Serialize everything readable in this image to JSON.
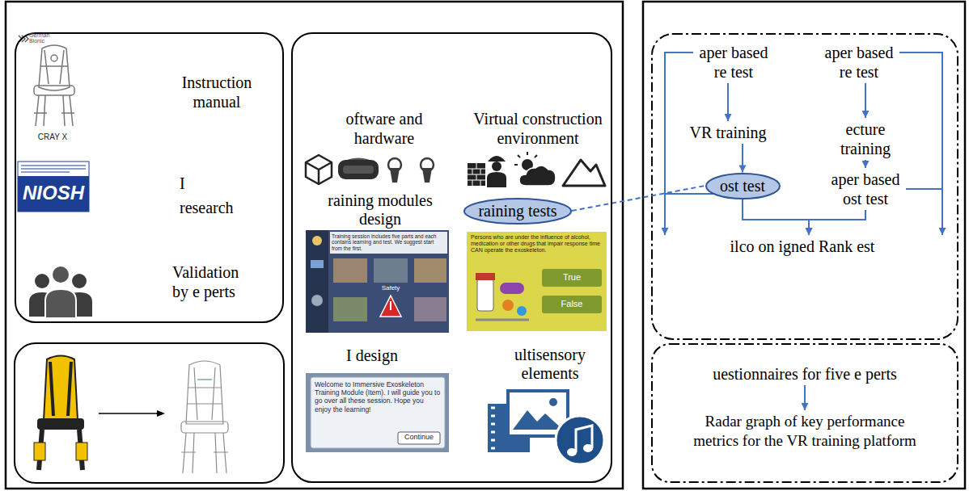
{
  "diagram": {
    "nodes": [
      {
        "text": [
          "Instruction manual",
          "I research",
          "Validation by e perts"
        ]
      },
      {
        "text": [
          "oftware and hardware",
          "Virtual construction environment",
          "raining modules design",
          "I design",
          "ultisensory elements"
        ]
      },
      {
        "text": [
          "raining tests"
        ],
        "in": 1
      },
      {
        "text": [
          "aper based re test"
        ]
      },
      {
        "text": [
          "aper based re test"
        ]
      },
      {
        "text": [
          "VR training"
        ]
      },
      {
        "text": [
          "ecture training"
        ]
      },
      {
        "text": [
          "ost test"
        ]
      },
      {
        "text": [
          "aper based ost test"
        ]
      },
      {
        "text": [
          "ilco on igned Rank est"
        ]
      },
      {
        "text": [
          "uestionnaires for five e perts"
        ]
      },
      {
        "text": [
          "Radar graph of key performance metrics for the VR training platform"
        ]
      }
    ],
    "edges": [
      {
        "from": 3,
        "to": 5,
        "arrow": "to"
      },
      {
        "from": 5,
        "to": 7,
        "arrow": "to"
      },
      {
        "from": 4,
        "to": 6,
        "arrow": "to"
      },
      {
        "from": 6,
        "to": 8,
        "arrow": "to"
      },
      {
        "from": 3,
        "to": 9,
        "arrow": "to"
      },
      {
        "from": 4,
        "to": 9,
        "arrow": "to"
      },
      {
        "from": 7,
        "to": 9,
        "arrow": "to"
      },
      {
        "from": 8,
        "to": 9,
        "arrow": "to"
      },
      {
        "from": 2,
        "to": 7,
        "arrow": "none"
      },
      {
        "from": 10,
        "to": 11,
        "arrow": "to"
      }
    ],
    "labels": [
      "German Bionic",
      "CRAY X",
      "NIOSH",
      "Training session includes five parts and each contains learning and test. We suggest start from the first.",
      "Safety",
      "Persons who are under the influence of alcohol, medication or other drugs that impair response time CAN operate the exoskeleton.",
      "True",
      "False",
      "Welcome to Immersive Exoskeleton Training Module (Item). I will guide you to go over all these session. Hope you enjoy the learning!",
      "Continue"
    ]
  }
}
